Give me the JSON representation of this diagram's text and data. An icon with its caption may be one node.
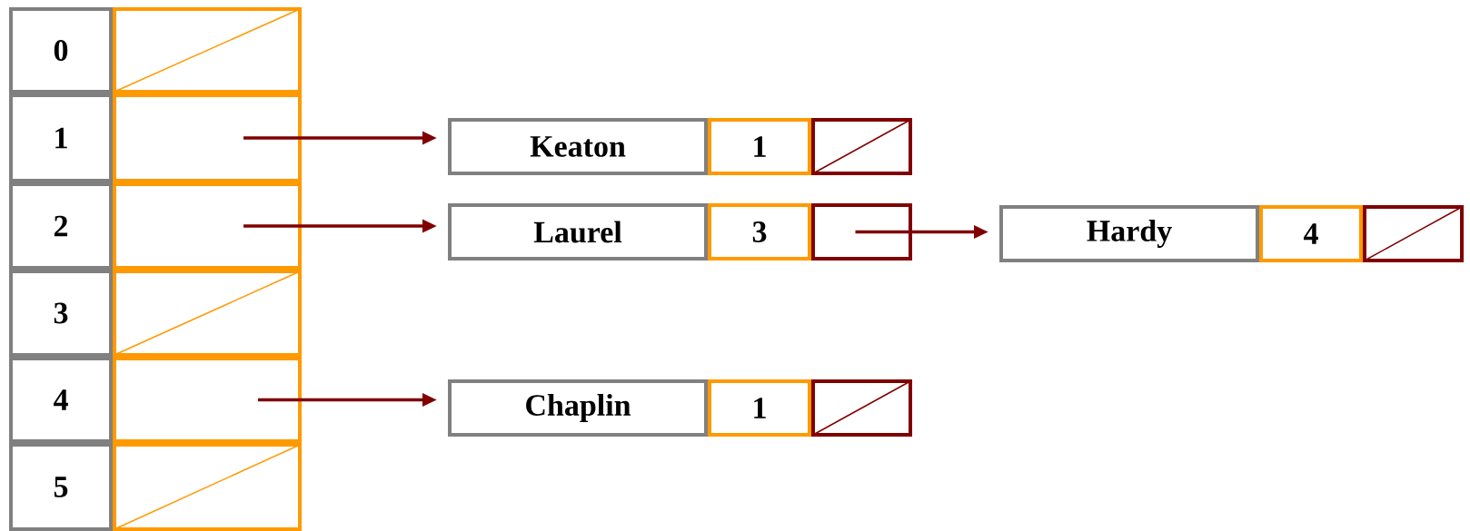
{
  "diagram": {
    "nodes": [
      {
        "text": [
          "0"
        ]
      },
      {
        "text": [
          "1"
        ]
      },
      {
        "text": [
          "2"
        ]
      },
      {
        "text": [
          "3"
        ]
      },
      {
        "text": [
          "4"
        ]
      },
      {
        "text": [
          "5"
        ]
      },
      {
        "text": [],
        "shape": "box"
      },
      {
        "text": [],
        "shape": "box"
      },
      {
        "text": [],
        "shape": "box"
      },
      {
        "text": [],
        "shape": "box"
      },
      {
        "text": [],
        "shape": "box"
      },
      {
        "text": [],
        "shape": "box"
      },
      {
        "text": [
          "Keaton"
        ]
      },
      {
        "text": [
          "1"
        ]
      },
      {
        "text": [],
        "shape": "box"
      },
      {
        "text": [
          "Laurel"
        ]
      },
      {
        "text": [
          "3"
        ]
      },
      {
        "text": [],
        "shape": "box"
      },
      {
        "text": [
          "Hardy"
        ]
      },
      {
        "text": [
          "4"
        ]
      },
      {
        "text": [],
        "shape": "box"
      },
      {
        "text": [
          "Chaplin"
        ]
      },
      {
        "text": [
          "1"
        ]
      },
      {
        "text": [],
        "shape": "box"
      }
    ],
    "edges": [
      {
        "from": 7,
        "to": 12,
        "arrow": "to"
      },
      {
        "from": 8,
        "to": 15,
        "arrow": "to"
      },
      {
        "from": 17,
        "to": 18,
        "arrow": "to"
      },
      {
        "from": 10,
        "to": 21,
        "arrow": "to"
      }
    ]
  }
}
